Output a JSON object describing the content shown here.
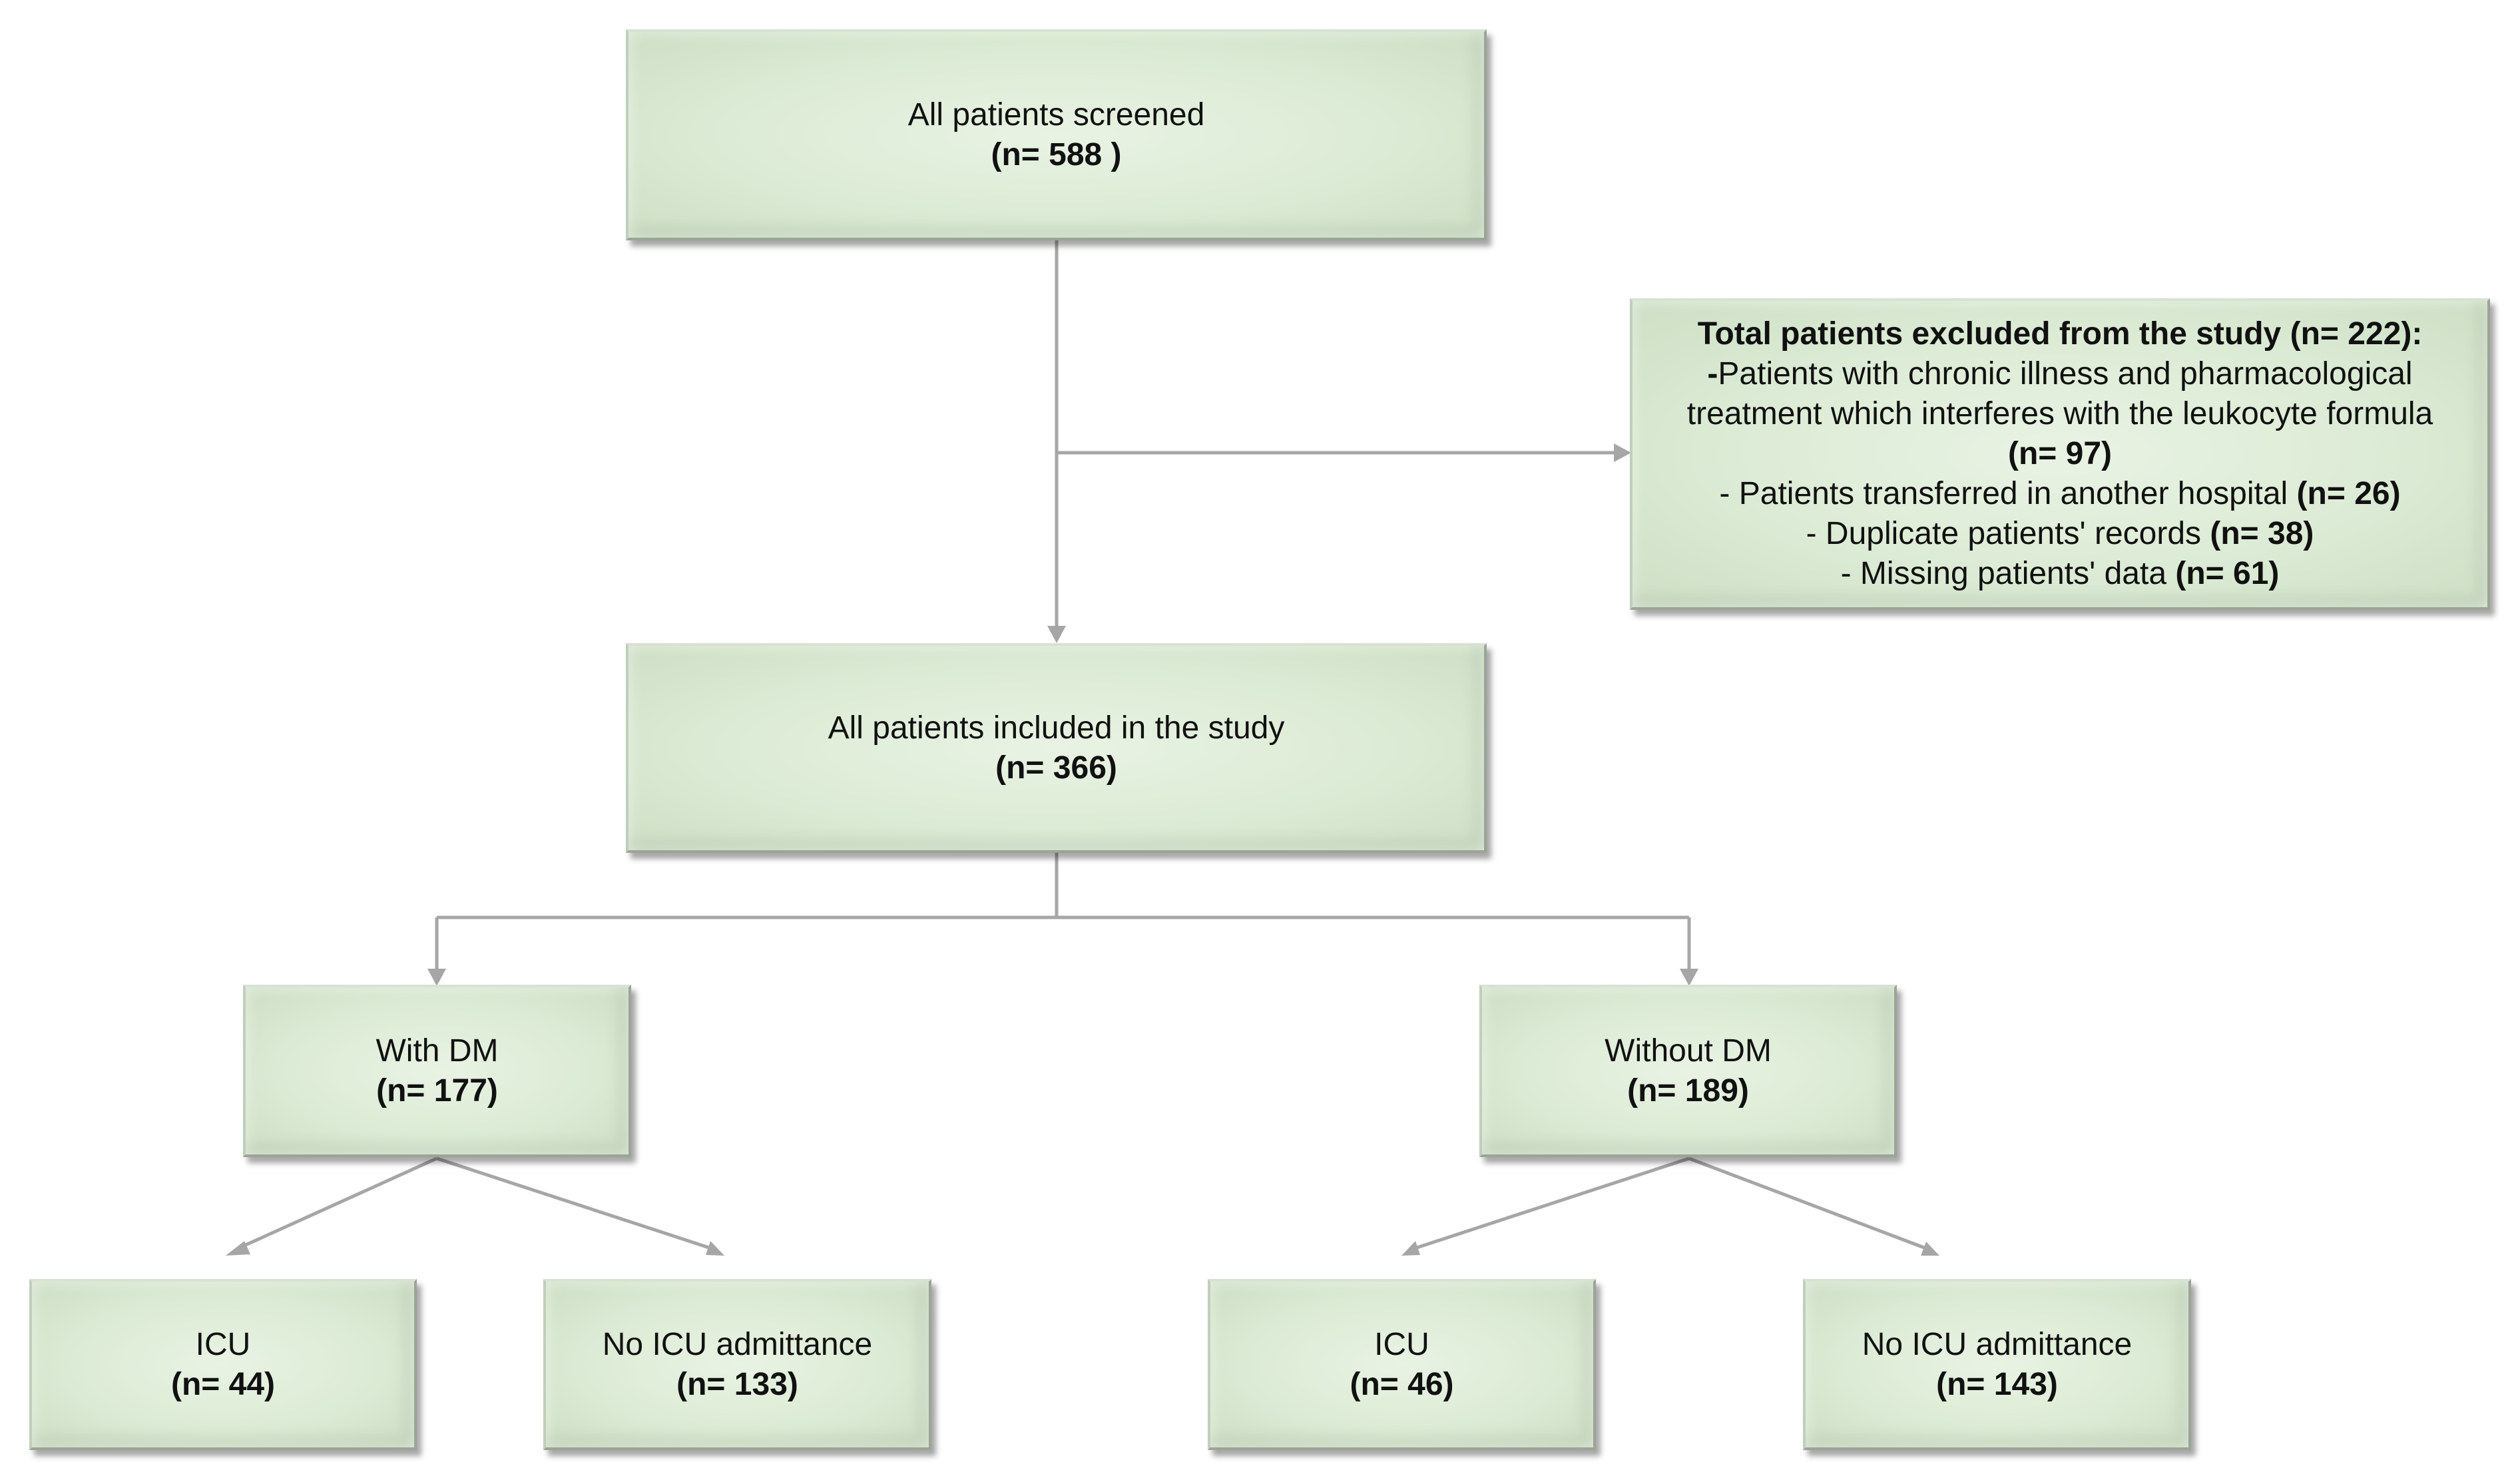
{
  "flowchart": {
    "screened": {
      "label": "All patients screened",
      "n": "(n= 588 )"
    },
    "excluded": {
      "title": "Total patients excluded from the study (n= 222):",
      "chronic": {
        "dash": "-",
        "line1": "Patients with chronic illness and pharmacological",
        "line2": "treatment which interferes with the leukocyte formula",
        "n": "(n= 97)"
      },
      "transferred": {
        "text": "-  Patients transferred in another hospital ",
        "n": "(n= 26)"
      },
      "duplicate": {
        "text": "- Duplicate patients' records ",
        "n": "(n= 38)"
      },
      "missing": {
        "text": "- Missing patients' data ",
        "n": "(n= 61)"
      }
    },
    "included": {
      "label": "All patients included in the study",
      "n": "(n= 366)"
    },
    "with_dm": {
      "label": "With DM",
      "n": "(n= 177)"
    },
    "without_dm": {
      "label": "Without DM",
      "n": "(n= 189)"
    },
    "with_dm_icu": {
      "label": "ICU",
      "n": "(n= 44)"
    },
    "with_dm_no_icu": {
      "label": "No ICU admittance",
      "n": "(n= 133)"
    },
    "without_dm_icu": {
      "label": "ICU",
      "n": "(n= 46)"
    },
    "without_dm_no_icu": {
      "label": "No ICU admittance",
      "n": "(n= 143)"
    }
  },
  "colors": {
    "box_fill": "#dcebd5",
    "box_border": "#9aa596",
    "connector": "#a6a6a6",
    "text": "#111111"
  }
}
